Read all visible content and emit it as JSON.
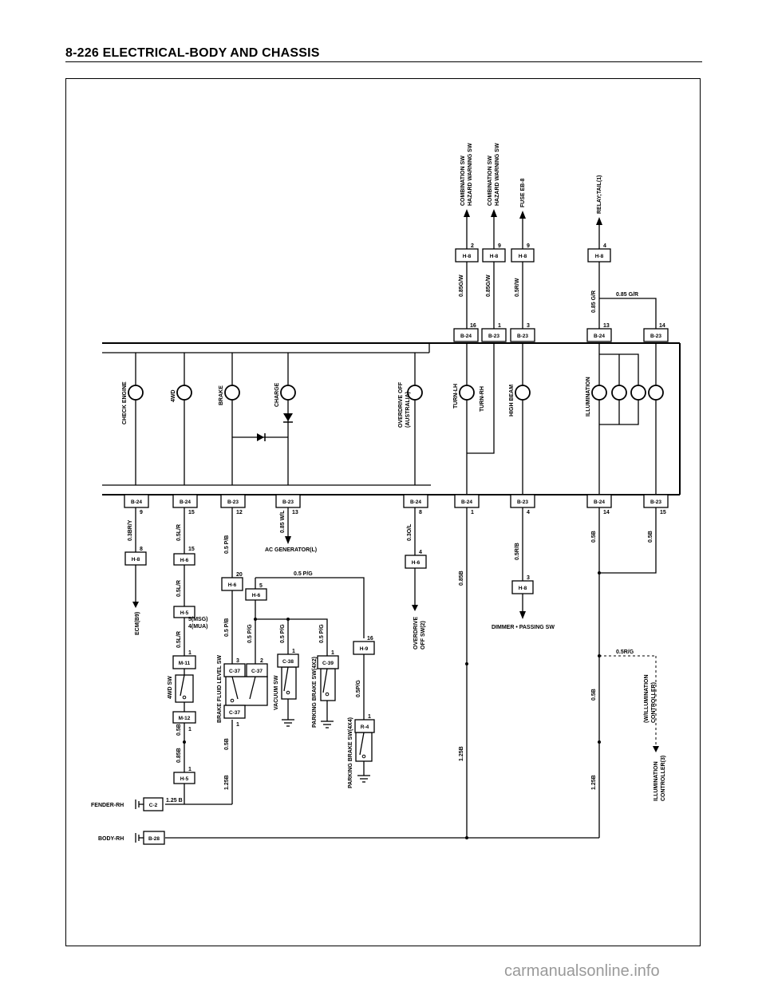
{
  "header": {
    "title": "8-226 ELECTRICAL-BODY AND CHASSIS"
  },
  "watermark": "carmanualsonline.info",
  "wires": {
    "w1": "0.85G/W",
    "w2": "0.85G/W",
    "w3": "0.5R/W",
    "w4": "0.85 G/R",
    "w5": "0.85 G/R",
    "w6": "0.3BR/Y",
    "w7": "0.5L/R",
    "w8": "0.5L/R",
    "w9": "0.5L/R",
    "w10": "0.5 P/B",
    "w11": "0.5 P/B",
    "w12": "0.85 W/L",
    "w13": "0.3O/L",
    "w14": "0.85B",
    "w15": "0.5R/B",
    "w16": "0.5B",
    "w17": "0.5B",
    "w18": "0.5 P/G",
    "w19": "0.5 P/G",
    "w20": "0.5 P/G",
    "w21": "0.5 P/G",
    "w22": "0.5P/G",
    "w23": "0.5R/G",
    "w24": "0.85B",
    "w25": "0.5B",
    "w26": "0.5B",
    "w27": "1.25B",
    "w28": "1.25B",
    "w29": "0.5B",
    "w30": "1.25B",
    "w31": "1.25 B"
  },
  "labels": {
    "comb1": "COMBINATION SW",
    "haz1": "HAZARD WARNING SW",
    "comb2": "COMBINATION SW",
    "haz2": "HAZARD WARNING SW",
    "fuse": "FUSE EB-8",
    "relay": "RELAY;TAIL(1)",
    "check_engine": "CHECK ENGINE",
    "fourwd": "4WD",
    "brake": "BRAKE",
    "charge": "CHARGE",
    "od_off": "OVERDRIVE OFF",
    "australia": "(AUSTRALIA)",
    "turn_lh": "TURN-LH",
    "turn_rh": "TURN-RH",
    "high_beam": "HIGH BEAM",
    "illumination": "ILLUMINATION",
    "ac_gen": "AC GENERATOR(L)",
    "ecm": "ECM(B9)",
    "od_sw1": "OVERDRIVE",
    "od_sw2": "OFF SW(2)",
    "dimmer": "DIMMER • PASSING SW",
    "msg": "5(MSG)",
    "mua": "4(MUA)",
    "fourwd_sw": "4WD SW",
    "bfl_sw": "BRAKE FLUID LEVEL SW",
    "vacuum_sw": "VACUUM SW",
    "pb_sw_4x2": "PARKING BRAKE SW(4X2)",
    "pb_sw_4x4": "PARKING BRAKE SW(4X4)",
    "w_illum1": "(W/ILLUMINATION",
    "w_illum2": "CONTROLLER)",
    "illum_ctrl1": "ILLUMINATION",
    "illum_ctrl2": "CONTROLLER(3)",
    "fender": "FENDER-RH",
    "body": "BODY-RH"
  },
  "connectors": {
    "c1": "H-8",
    "c2": "H-8",
    "c3": "H-8",
    "c4": "H-8",
    "c5": "B-24",
    "c6": "B-23",
    "c7": "B-23",
    "c8": "B-24",
    "c9": "B-23",
    "c10": "B-24",
    "c11": "B-24",
    "c12": "B-23",
    "c13": "B-23",
    "c14": "B-24",
    "c15": "B-24",
    "c16": "B-23",
    "c17": "B-24",
    "c18": "B-23",
    "c19": "H-8",
    "c20": "H-6",
    "c21": "H-5",
    "c22": "M-11",
    "c23": "M-12",
    "c24": "H-5",
    "c25": "C-2",
    "c26": "H-6",
    "c27": "H-6",
    "c28": "C-37",
    "c29": "C-37",
    "c30": "C-37",
    "c31": "C-38",
    "c32": "C-39",
    "c33": "H-9",
    "c34": "R-4",
    "c35": "H-6",
    "c36": "H-8",
    "c37": "B-28"
  },
  "pins": {
    "p1": "2",
    "p2": "9",
    "p3": "9",
    "p4": "4",
    "p5": "16",
    "p6": "1",
    "p7": "3",
    "p8": "13",
    "p9": "14",
    "p10": "9",
    "p11": "15",
    "p12": "12",
    "p13": "13",
    "p14": "8",
    "p15": "1",
    "p16": "4",
    "p17": "14",
    "p18": "15",
    "p19": "8",
    "p20": "15",
    "p21": "1",
    "p22": "1",
    "p23": "1",
    "p24": "20",
    "p25": "5",
    "p26": "3",
    "p27": "2",
    "p28": "1",
    "p29": "1",
    "p30": "1",
    "p31": "16",
    "p32": "1",
    "p33": "4",
    "p34": "3"
  }
}
